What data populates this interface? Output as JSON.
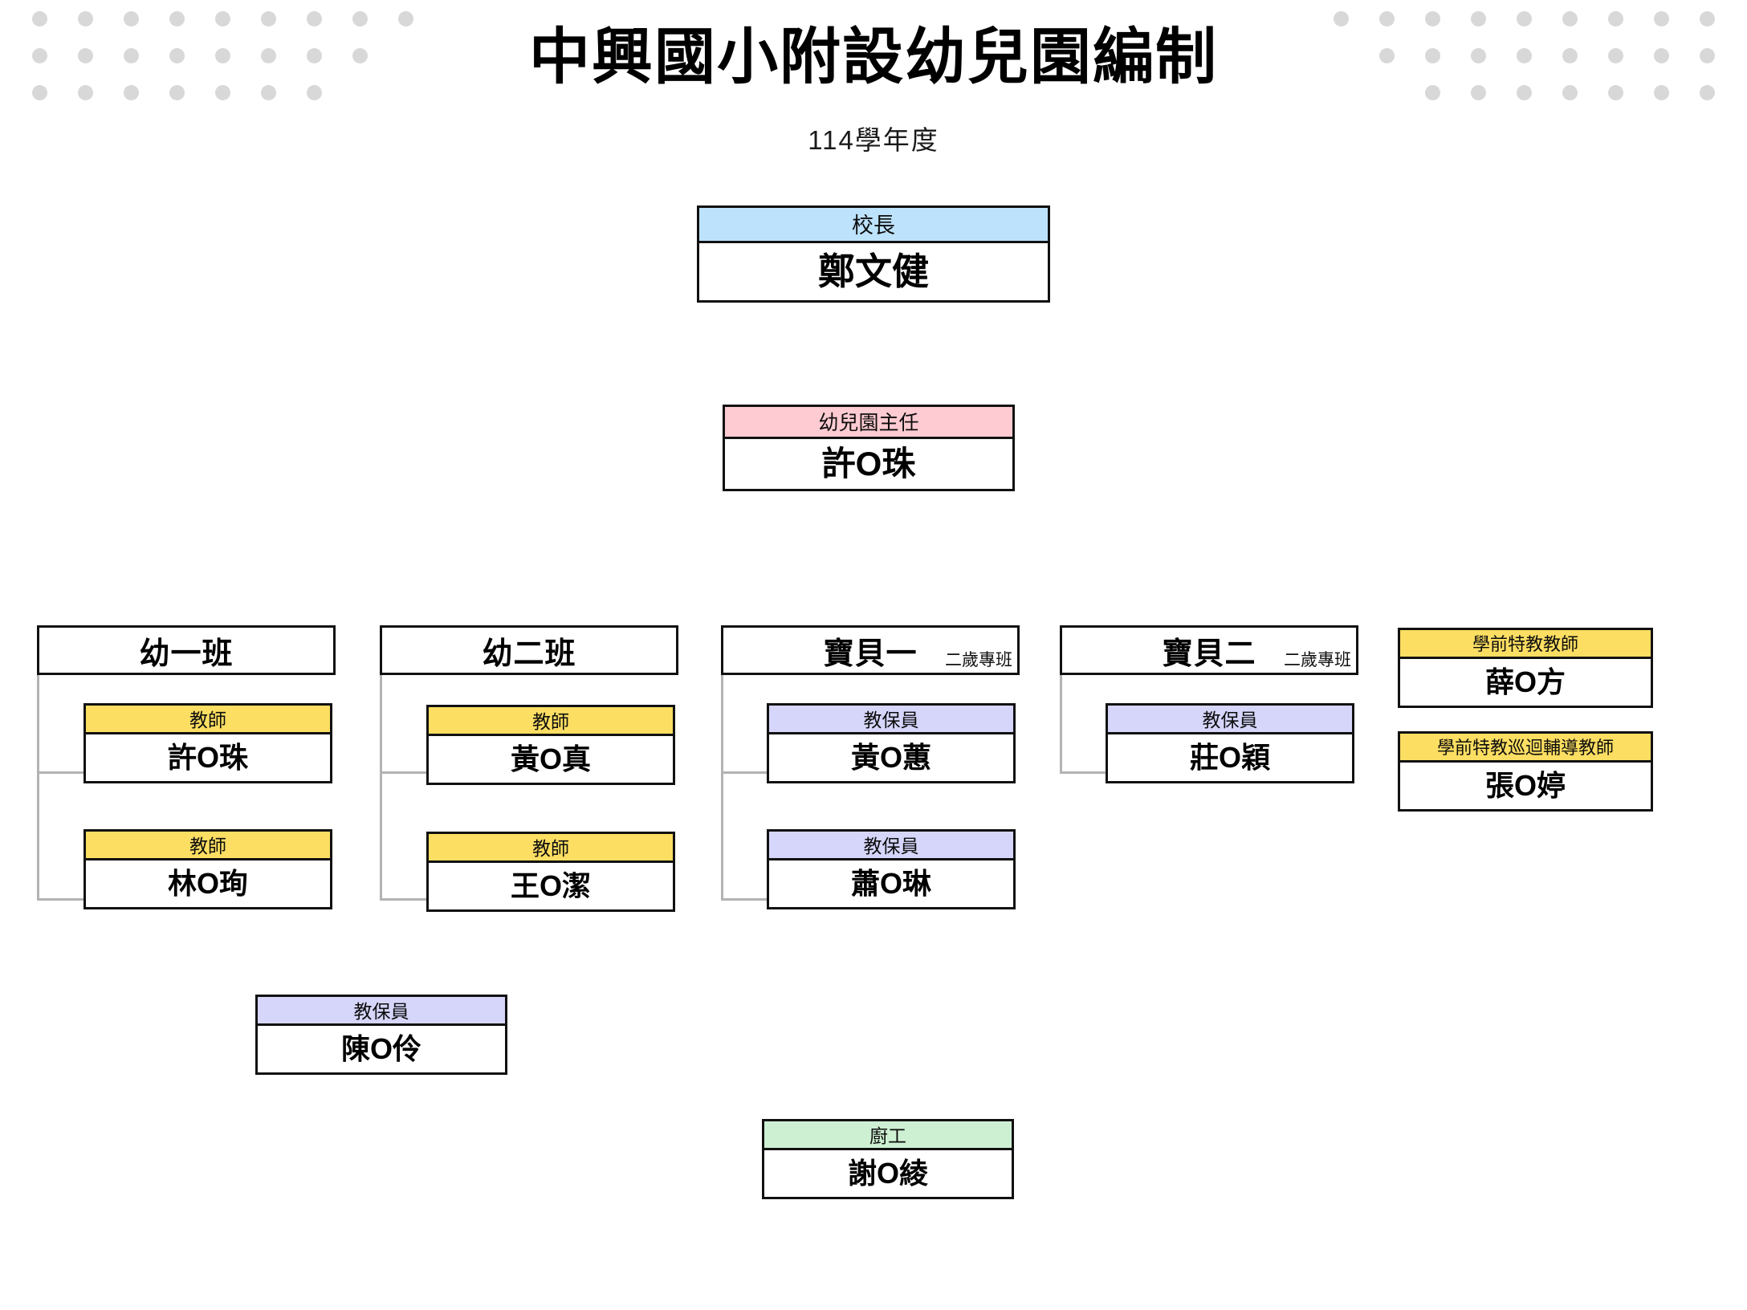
{
  "header": {
    "title": "中興國小附設幼兒園編制",
    "subtitle": "114學年度"
  },
  "colors": {
    "principal_header": "#bde2fc",
    "director_header": "#fdcbd1",
    "teacher_header": "#fcde62",
    "caregiver_header": "#d6d6fb",
    "kitchen_header": "#cdf0d2",
    "box_border": "#111111",
    "connector": "#b3b3b3",
    "decor_dot": "#d8d8d8"
  },
  "decor": {
    "dot_rows_left": [
      9,
      8,
      7
    ],
    "dot_rows_right": [
      9,
      8,
      7
    ]
  },
  "principal": {
    "role": "校長",
    "name": "鄭文健"
  },
  "director": {
    "role": "幼兒園主任",
    "name": "許O珠"
  },
  "classes": [
    {
      "title": "幼一班",
      "sub": "",
      "staff": [
        {
          "role": "教師",
          "name": "許O珠"
        },
        {
          "role": "教師",
          "name": "林O珣"
        }
      ]
    },
    {
      "title": "幼二班",
      "sub": "",
      "staff": [
        {
          "role": "教師",
          "name": "黃O真"
        },
        {
          "role": "教師",
          "name": "王O潔"
        }
      ]
    },
    {
      "title": "寶貝一",
      "sub": "二歲專班",
      "staff": [
        {
          "role": "教保員",
          "name": "黃O蕙"
        },
        {
          "role": "教保員",
          "name": "蕭O琳"
        }
      ]
    },
    {
      "title": "寶貝二",
      "sub": "二歲專班",
      "staff": [
        {
          "role": "教保員",
          "name": "莊O穎"
        }
      ]
    }
  ],
  "special_education": [
    {
      "role": "學前特教教師",
      "name": "薛O方"
    },
    {
      "role": "學前特教巡迴輔導教師",
      "name": "張O婷"
    }
  ],
  "support_staff": [
    {
      "role": "教保員",
      "name": "陳O伶"
    }
  ],
  "kitchen": {
    "role": "廚工",
    "name": "謝O綾"
  }
}
